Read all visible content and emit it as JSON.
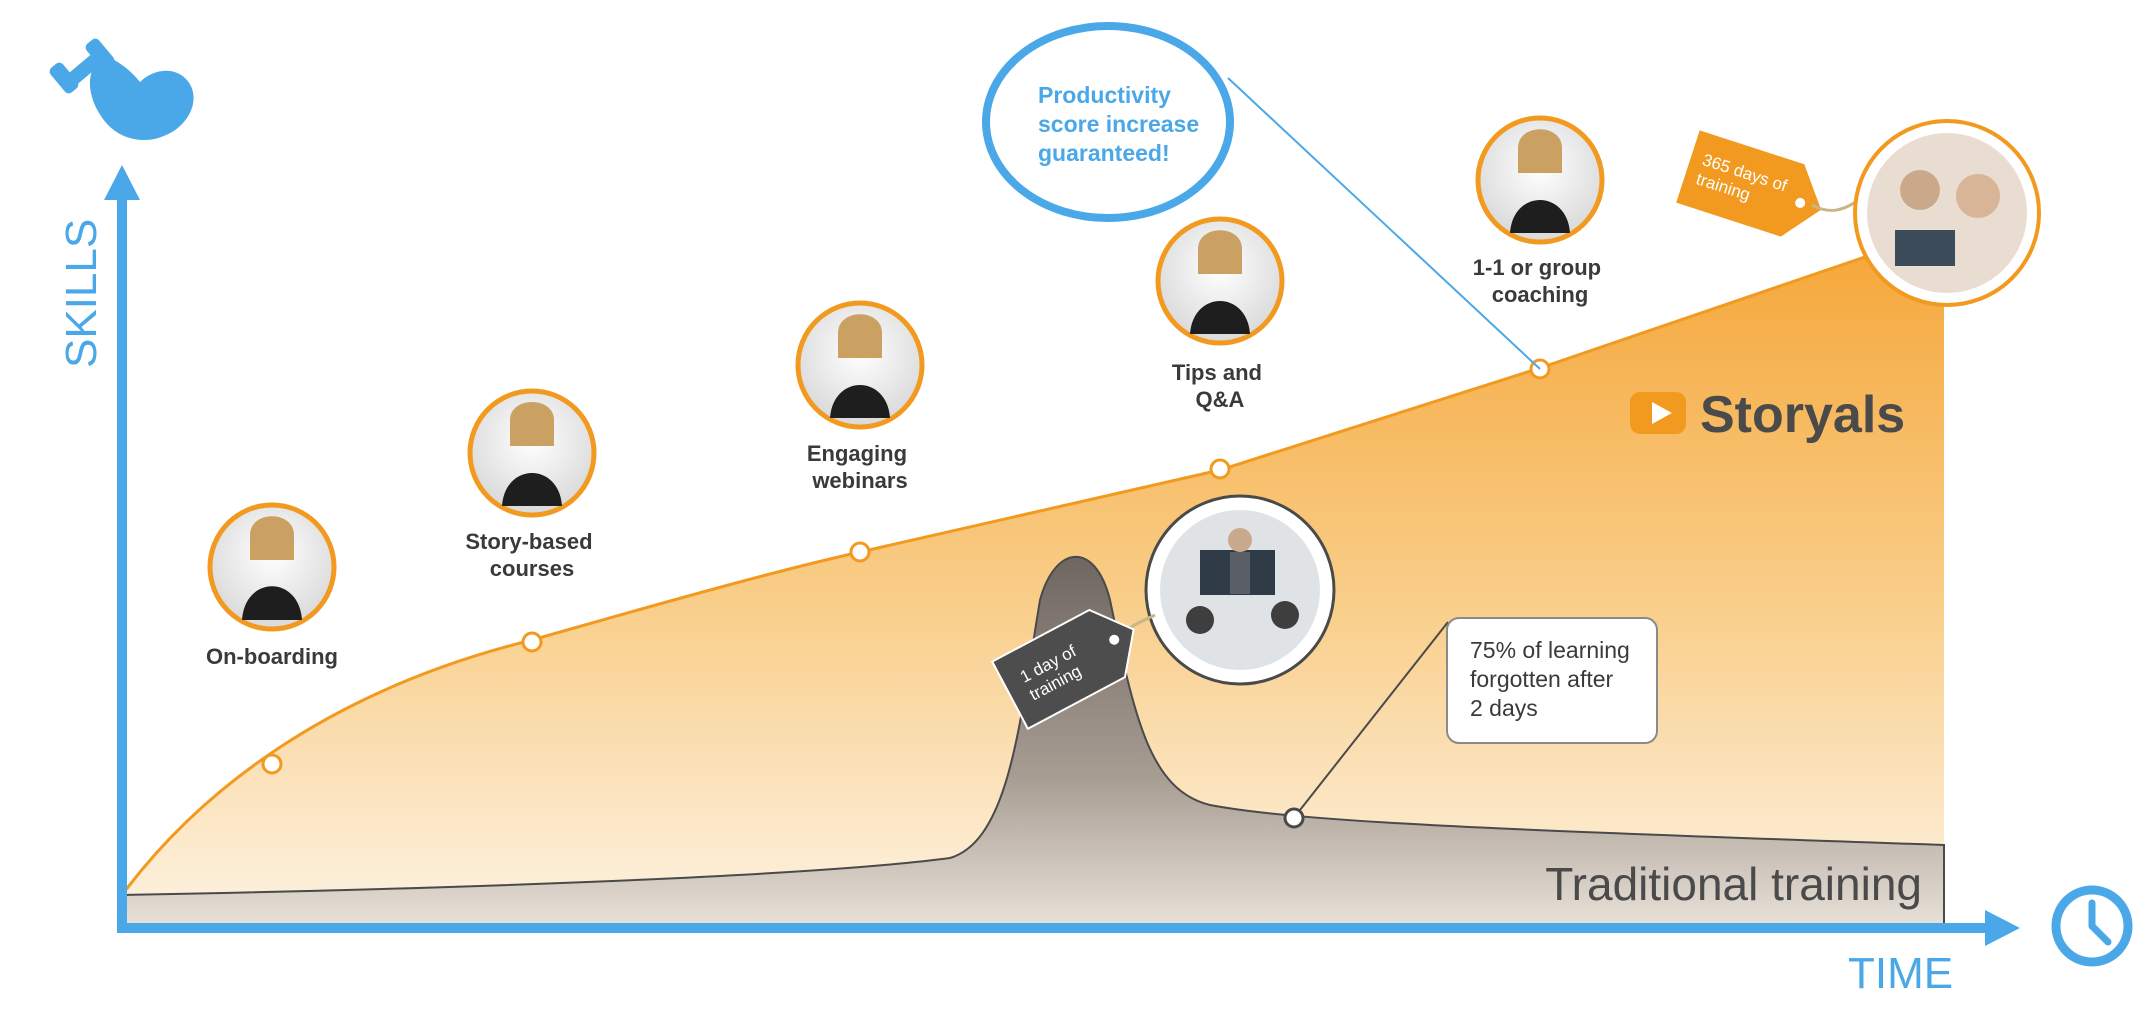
{
  "axes": {
    "y_label": "SKILLS",
    "x_label": "TIME"
  },
  "icons": {
    "y_axis_icon": "flexed-arm-dumbbell-icon",
    "x_axis_icon": "clock-icon"
  },
  "colors": {
    "axis": "#4aa8e8",
    "storyals_fill": "#f5a83a",
    "storyals_line": "#f29a1f",
    "traditional_fill": "#6f6660",
    "tag_orange": "#f29a1f",
    "tag_dark": "#4d4d4d"
  },
  "brand": {
    "name": "Storyals",
    "icon": "play-button-icon"
  },
  "milestones": [
    {
      "label_lines": [
        "On-boarding"
      ]
    },
    {
      "label_lines": [
        "Story-based",
        "courses"
      ]
    },
    {
      "label_lines": [
        "Engaging",
        "webinars"
      ]
    },
    {
      "label_lines": [
        "Tips and",
        "Q&A"
      ]
    },
    {
      "label_lines": [
        "1-1 or group",
        "coaching"
      ]
    }
  ],
  "callouts": {
    "productivity_bubble": [
      "Productivity",
      "score increase",
      "guaranteed!"
    ],
    "forgotten_note": [
      "75% of learning",
      "forgotten after",
      "2 days"
    ],
    "tag_365": [
      "365 days of",
      "training"
    ],
    "tag_1day": [
      "1 day of",
      "training"
    ]
  },
  "series": {
    "traditional_label": "Traditional training"
  }
}
